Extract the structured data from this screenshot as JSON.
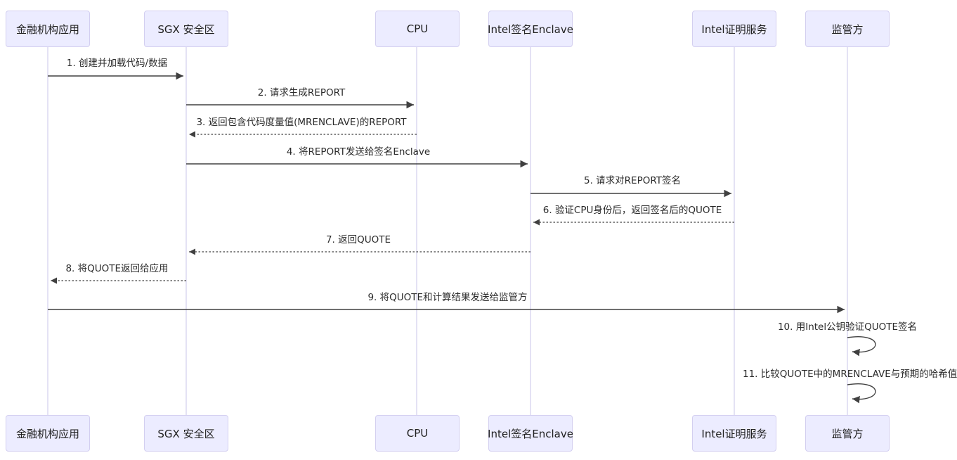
{
  "diagram": {
    "type": "sequence-diagram",
    "title": "",
    "colors": {
      "actor_fill": "#ECECFF",
      "actor_border": "#D3CFF0",
      "lifeline": "#D8D5F0",
      "arrow": "#404040",
      "text": "#2B2B2B",
      "background": "#FFFFFF"
    },
    "actors": [
      {
        "name": "金融机构应用"
      },
      {
        "name": "SGX 安全区"
      },
      {
        "name": "CPU"
      },
      {
        "name": "Intel签名Enclave"
      },
      {
        "name": "Intel证明服务"
      },
      {
        "name": "监管方"
      }
    ],
    "messages": [
      {
        "step": 1,
        "label": "1. 创建并加载代码/数据",
        "from": "金融机构应用",
        "to": "SGX 安全区",
        "line": "solid"
      },
      {
        "step": 2,
        "label": "2. 请求生成REPORT",
        "from": "SGX 安全区",
        "to": "CPU",
        "line": "solid"
      },
      {
        "step": 3,
        "label": "3. 返回包含代码度量值(MRENCLAVE)的REPORT",
        "from": "CPU",
        "to": "SGX 安全区",
        "line": "dotted"
      },
      {
        "step": 4,
        "label": "4. 将REPORT发送给签名Enclave",
        "from": "SGX 安全区",
        "to": "Intel签名Enclave",
        "line": "solid"
      },
      {
        "step": 5,
        "label": "5. 请求对REPORT签名",
        "from": "Intel签名Enclave",
        "to": "Intel证明服务",
        "line": "solid"
      },
      {
        "step": 6,
        "label": "6. 验证CPU身份后，返回签名后的QUOTE",
        "from": "Intel证明服务",
        "to": "Intel签名Enclave",
        "line": "dotted"
      },
      {
        "step": 7,
        "label": "7. 返回QUOTE",
        "from": "Intel签名Enclave",
        "to": "SGX 安全区",
        "line": "dotted"
      },
      {
        "step": 8,
        "label": "8. 将QUOTE返回给应用",
        "from": "SGX 安全区",
        "to": "金融机构应用",
        "line": "dotted"
      },
      {
        "step": 9,
        "label": "9. 将QUOTE和计算结果发送给监管方",
        "from": "金融机构应用",
        "to": "监管方",
        "line": "solid"
      },
      {
        "step": 10,
        "label": "10. 用Intel公钥验证QUOTE签名",
        "from": "监管方",
        "to": "监管方",
        "line": "self"
      },
      {
        "step": 11,
        "label": "11. 比较QUOTE中的MRENCLAVE与预期的哈希值",
        "from": "监管方",
        "to": "监管方",
        "line": "self"
      }
    ]
  }
}
